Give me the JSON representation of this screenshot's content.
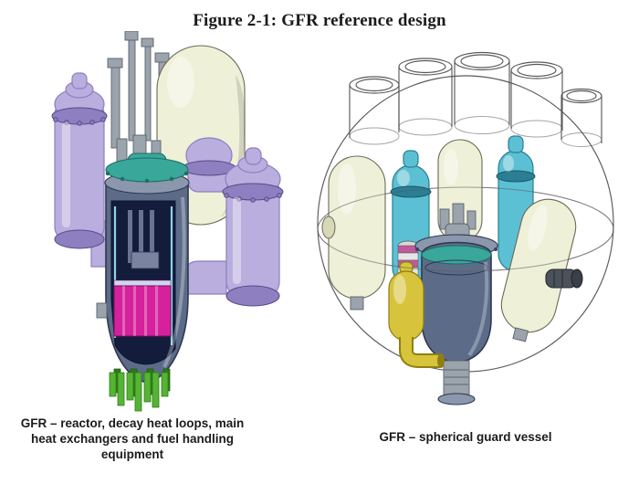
{
  "figure": {
    "title": "Figure 2-1: GFR reference design",
    "captions": {
      "left": "GFR – reactor, decay heat loops, main heat exchangers and fuel handling equipment",
      "right": "GFR – spherical guard vessel"
    }
  },
  "illustrations": {
    "left": {
      "name": "gfr-reactor-assembly-cutaway",
      "components": [
        "reactor-vessel",
        "reactor-core",
        "fuel-rods",
        "control-rod-drives",
        "decay-heat-loop-left",
        "decay-heat-loop-right",
        "decay-heat-loop-rear",
        "main-heat-exchanger-vessel"
      ]
    },
    "right": {
      "name": "gfr-spherical-guard-vessel",
      "components": [
        "guard-sphere",
        "top-penetrations",
        "main-heat-exchanger-left",
        "main-heat-exchanger-right",
        "heat-exchanger-rear",
        "dhr-exchanger-left",
        "dhr-exchanger-right",
        "reactor-vessel",
        "auxiliary-vessel-yellow",
        "striped-vessel",
        "outlet-nozzle",
        "support-cylinder"
      ]
    }
  },
  "palette": {
    "ink": "#1b1b1b",
    "cream": "#eef0d8",
    "creamDark": "#d6d8b6",
    "lavender": "#b9aede",
    "lavenderDark": "#8d7fc0",
    "steel": "#5c6c88",
    "steelLight": "#8b97ad",
    "steelDark": "#2e3850",
    "navy": "#131d3b",
    "teal": "#3aa79b",
    "tealDark": "#1e6e66",
    "magenta": "#d6219c",
    "green": "#56b434",
    "greenDark": "#2f7a16",
    "cyan": "#5bc0d4",
    "cyanDark": "#2a7f94",
    "yellow": "#d7c43c",
    "yellowDark": "#8f7f12",
    "gray": "#9ba3ac",
    "grayDark": "#5b636c",
    "wire": "#5a5a5a",
    "outline": "#6b6a58"
  }
}
